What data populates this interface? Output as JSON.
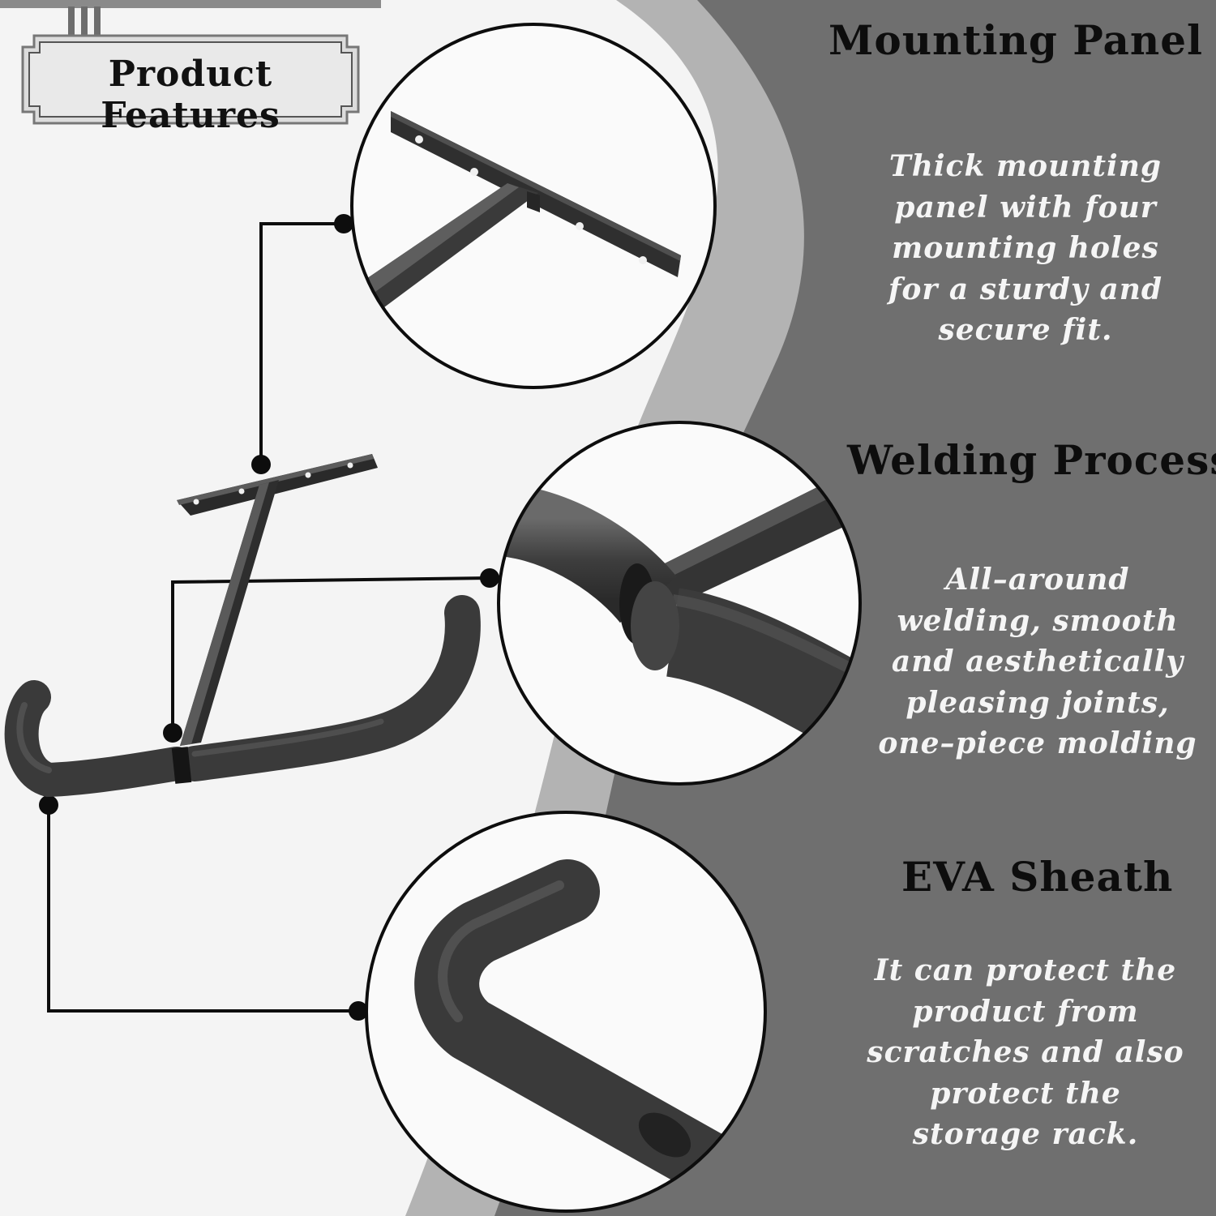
{
  "badge": {
    "label": "Product Features"
  },
  "features": [
    {
      "heading": "Mounting Panel",
      "lines": [
        "Thick mounting",
        "panel with four",
        "mounting holes",
        "for a sturdy and",
        "secure fit."
      ]
    },
    {
      "heading": "Welding Process",
      "lines": [
        "All–around",
        "welding, smooth",
        "and aesthetically",
        "pleasing joints,",
        "one–piece molding"
      ]
    },
    {
      "heading": "EVA Sheath",
      "lines": [
        "It can protect the",
        "product from",
        "scratches and also",
        "protect the",
        "storage rack."
      ]
    }
  ],
  "colors": {
    "background": "#f4f4f4",
    "band_light": "#b3b3b3",
    "band_dark": "#6f6f6f",
    "metal": "#3c3c3c",
    "text_dark": "#0d0d0d",
    "text_light": "#f5f5f5"
  },
  "icons": {
    "badge": "ornate-sign-frame",
    "callout_dot": "filled-circle"
  }
}
